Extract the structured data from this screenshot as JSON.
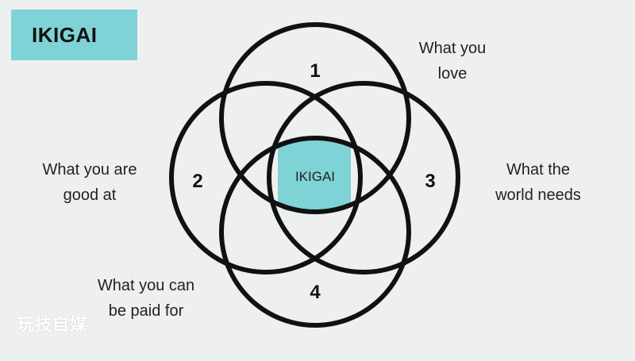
{
  "title": "IKIGAI",
  "center_label": "IKIGAI",
  "circles": [
    {
      "number": "1",
      "caption": [
        "What you",
        "love"
      ]
    },
    {
      "number": "2",
      "caption": [
        "What you are",
        "good at"
      ]
    },
    {
      "number": "3",
      "caption": [
        "What the",
        "world needs"
      ]
    },
    {
      "number": "4",
      "caption": [
        "What you can",
        "be paid for"
      ]
    }
  ],
  "watermark": "玩技自媒",
  "colors": {
    "background": "#eef0f0",
    "accent": "#7fd3d6",
    "stroke": "#111111"
  }
}
